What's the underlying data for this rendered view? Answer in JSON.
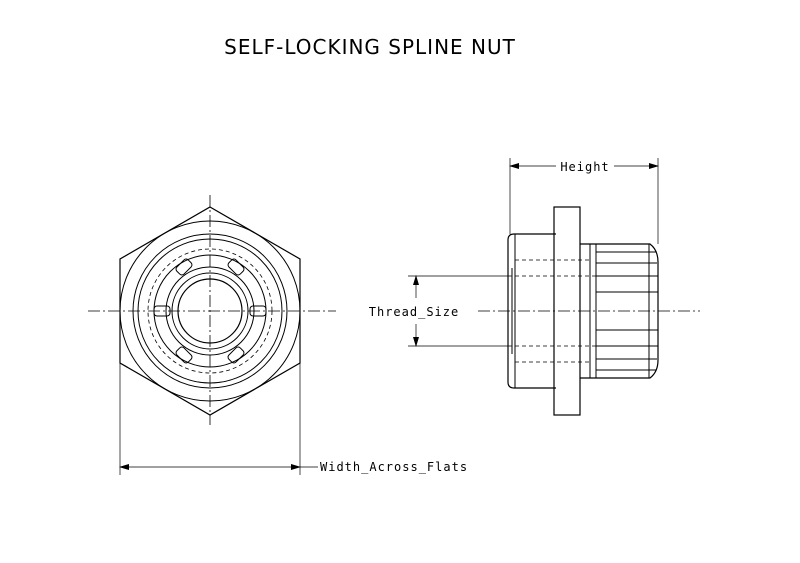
{
  "title": "SELF-LOCKING SPLINE NUT",
  "dimensions": {
    "height": "Height",
    "thread_size": "Thread_Size",
    "width_across_flats": "Width_Across_Flats"
  }
}
